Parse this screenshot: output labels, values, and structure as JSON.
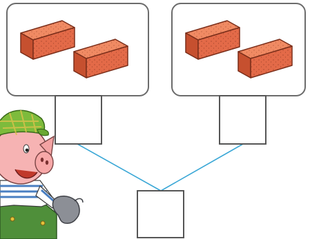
{
  "diagram": {
    "groups": [
      {
        "item": "brick",
        "count": 2
      },
      {
        "item": "brick",
        "count": 2
      }
    ],
    "answer_boxes": [
      {
        "role": "left-count",
        "value": ""
      },
      {
        "role": "right-count",
        "value": ""
      },
      {
        "role": "total",
        "value": ""
      }
    ],
    "colors": {
      "panel_border": "#6b6b6b",
      "box_border": "#555555",
      "connector_line": "#3aa7d6",
      "brick_face": "#e36a48",
      "brick_top": "#f08a63",
      "brick_side": "#c6502f",
      "brick_outline": "#7a2e1a"
    },
    "character": {
      "kind": "pig",
      "icon": "pig-mascot-icon",
      "cap_color": "#7dbb3c",
      "skin_color": "#f6b3b3",
      "shirt_stripe_color": "#4a7fc1",
      "overall_color": "#4f8f3a"
    }
  }
}
